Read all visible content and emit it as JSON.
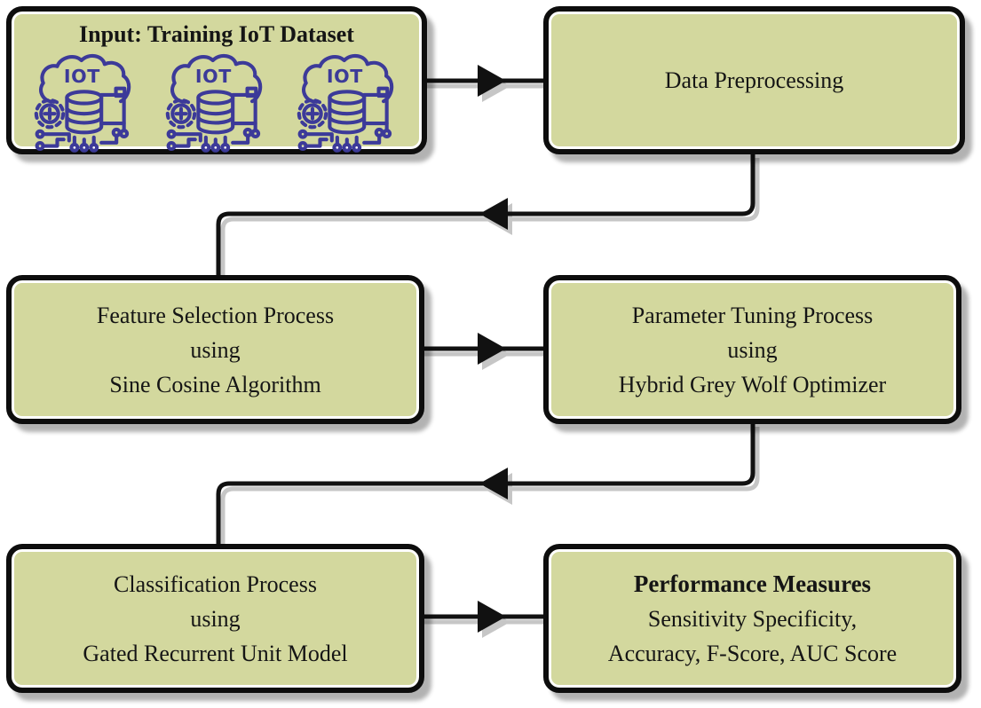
{
  "colors": {
    "background": "#ffffff",
    "box_fill": "#d3d89e",
    "box_border": "#0d0d0d",
    "arrow": "#111111",
    "icon": "#3c3a99",
    "text": "#151515"
  },
  "icon": {
    "label": "IOT"
  },
  "boxes": {
    "input": {
      "title": "Input: Training IoT Dataset"
    },
    "preprocessing": {
      "line1": "Data Preprocessing"
    },
    "feature_selection": {
      "line1": "Feature Selection Process",
      "line2": "using",
      "line3": "Sine Cosine Algorithm"
    },
    "parameter_tuning": {
      "line1": "Parameter Tuning Process",
      "line2": "using",
      "line3": "Hybrid Grey Wolf Optimizer"
    },
    "classification": {
      "line1": "Classification Process",
      "line2": "using",
      "line3": "Gated Recurrent Unit Model"
    },
    "performance": {
      "title": "Performance Measures",
      "line1": "Sensitivity Specificity,",
      "line2": "Accuracy, F-Score, AUC Score"
    }
  }
}
